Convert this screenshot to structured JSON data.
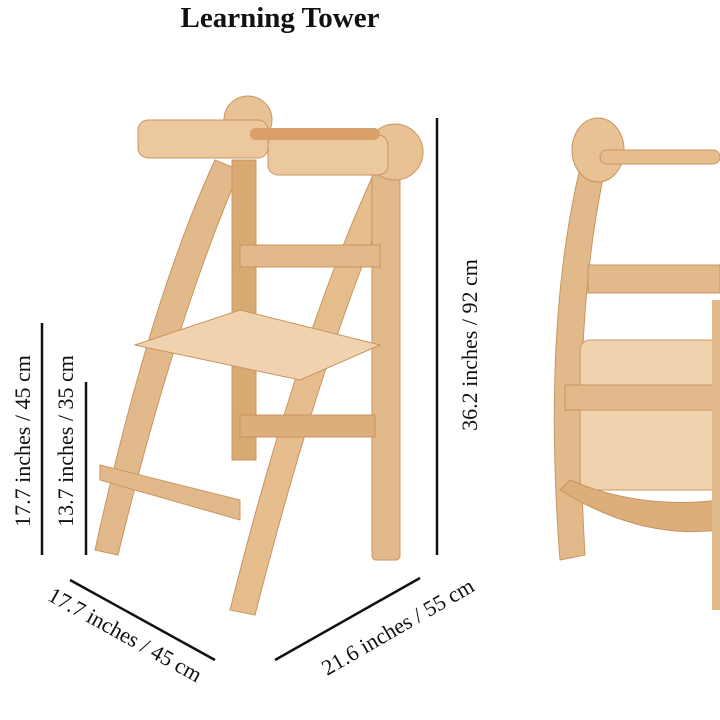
{
  "title": "Learning Tower",
  "dimensions": {
    "height_total": "36.2 inches / 92 cm",
    "height_upper": "17.7 inches / 45 cm",
    "height_lower": "13.7 inches / 35 cm",
    "depth": "17.7 inches / 45 cm",
    "width": "21.6 inches / 55 cm"
  },
  "colors": {
    "wood": "#e2b98a",
    "wood_dark": "#c99560",
    "wood_light": "#f0d3ae",
    "line": "#111111"
  }
}
